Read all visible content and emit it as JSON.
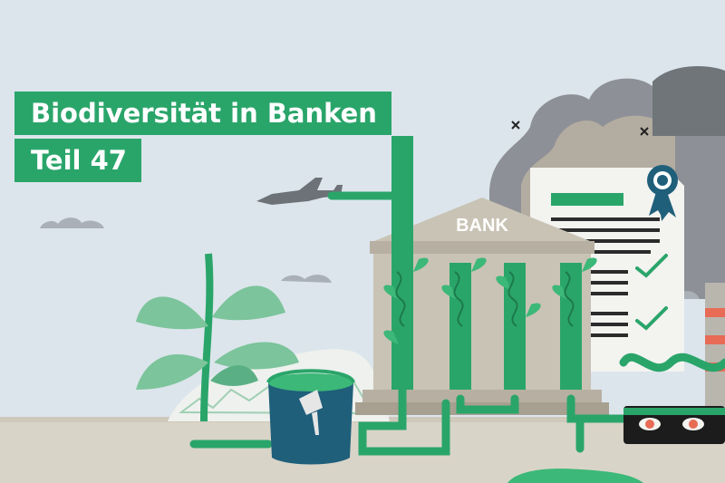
{
  "headline": {
    "line1": "Biodiversität in Banken",
    "line2": "Teil 47"
  },
  "illustration": {
    "building_sign": "BANK",
    "icons": [
      "airplane-icon",
      "certificate-icon",
      "award-rosette-icon",
      "checkmark-icon",
      "paint-bucket-icon",
      "brush-icon",
      "eye-icon",
      "sparkle-icon",
      "cloud-icon",
      "plant-icon",
      "vine-icon",
      "pipe-icon",
      "smoke-icon",
      "factory-chimney-icon"
    ]
  },
  "colors": {
    "sky": "#dce5ec",
    "ground": "#d9d4c8",
    "accent_green": "#2aa56a",
    "vine_green": "#3cb878",
    "leaf_green": "#7cc49b",
    "building": "#c9c3b5",
    "smoke": "#8d9096",
    "bucket": "#1f5f7a"
  }
}
